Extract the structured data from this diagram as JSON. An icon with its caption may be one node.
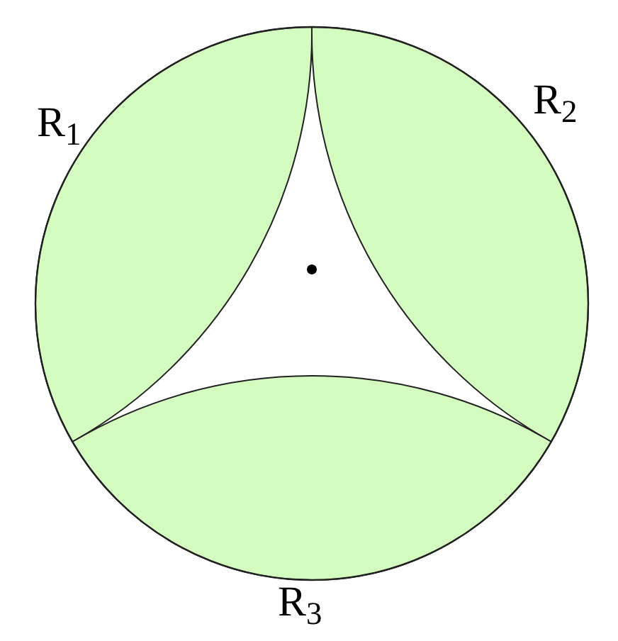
{
  "diagram": {
    "labels": [
      "R$_{1}$",
      "R$_{2}$",
      "R$_{3}$"
    ]
  }
}
